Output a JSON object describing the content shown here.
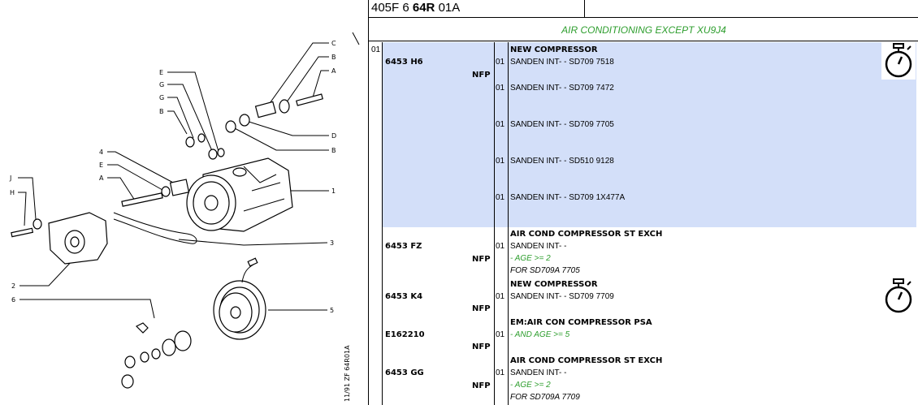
{
  "header": {
    "ref_prefix": "405F 6 ",
    "ref_bold": "64R",
    "ref_suffix": " 01A"
  },
  "section_title": "AIR CONDITIONING EXCEPT XU9J4",
  "group_number": "01",
  "rows": [
    {
      "part": "6453 H6",
      "flag": "NFP",
      "qty": "01",
      "title": "NEW COMPRESSOR",
      "desc": "SANDEN INT- - SD709 7518"
    },
    {
      "qty": "01",
      "desc": "SANDEN INT- - SD709 7472"
    },
    {
      "qty": "01",
      "desc": "SANDEN INT- - SD709 7705"
    },
    {
      "qty": "01",
      "desc": "SANDEN INT- - SD510 9128"
    },
    {
      "qty": "01",
      "desc": "SANDEN INT- - SD709 1X477A"
    },
    {
      "part": "6453 FZ",
      "flag": "NFP",
      "qty": "01",
      "title": "AIR COND COMPRESSOR ST EXCH",
      "desc": "SANDEN INT- -",
      "cond": "- AGE >= 2",
      "note": "FOR SD709A 7705"
    },
    {
      "part": "6453 K4",
      "flag": "NFP",
      "qty": "01",
      "title": "NEW COMPRESSOR",
      "desc": "SANDEN INT- - SD709 7709"
    },
    {
      "part": "E162210",
      "flag": "NFP",
      "qty": "01",
      "title": "EM:AIR CON COMPRESSOR PSA",
      "cond": "- AND AGE >= 5"
    },
    {
      "part": "6453 GG",
      "flag": "NFP",
      "qty": "01",
      "title": "AIR COND COMPRESSOR ST EXCH",
      "desc": "SANDEN INT- -",
      "cond": "- AGE >= 2",
      "note": "FOR SD709A 7709"
    }
  ],
  "diagram": {
    "callouts": [
      "C",
      "B",
      "A",
      "D",
      "B",
      "1",
      "E",
      "G",
      "G",
      "B",
      "4",
      "E",
      "A",
      "J",
      "H",
      "3",
      "2",
      "6",
      "5"
    ],
    "stamp": "11/91  ZF  64R01A"
  },
  "icons": [
    "stopwatch-icon",
    "stopwatch-icon"
  ],
  "colors": {
    "highlight": "#d3dff9",
    "green_text": "#2e9e2e"
  }
}
